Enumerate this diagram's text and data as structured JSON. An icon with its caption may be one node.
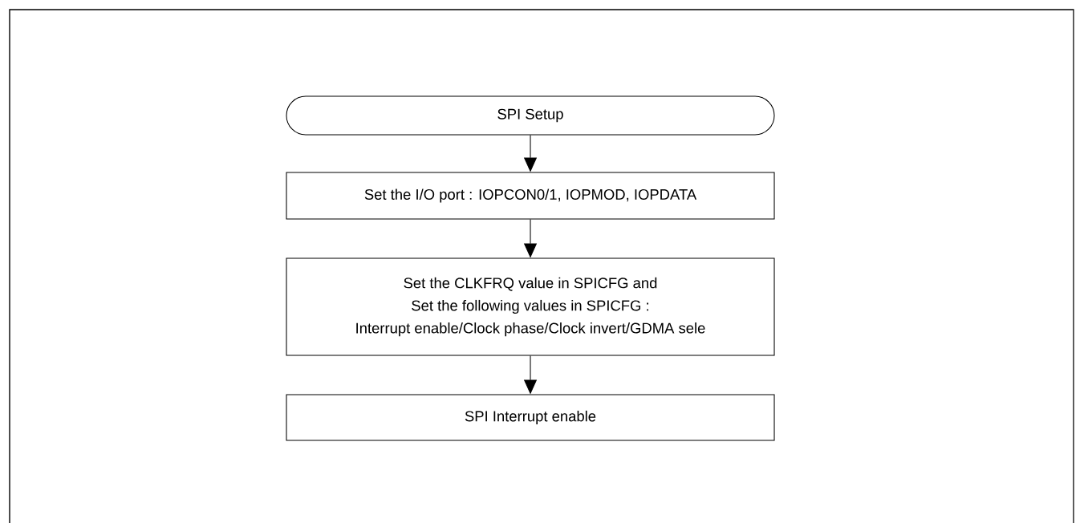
{
  "diagram": {
    "nodes": [
      {
        "text": [
          "SPI Setup"
        ]
      },
      {
        "text": [
          "Set the I/O port : IOPCON0/1, IOPMOD, IOPDATA"
        ]
      },
      {
        "text": [
          "Set the CLKFRQ value in SPICFG and",
          "Set the following values in SPICFG :",
          "Interrupt enable/Clock phase/Clock invert/GDMA sele"
        ]
      },
      {
        "text": [
          "SPI Interrupt enable"
        ]
      }
    ],
    "edges": [
      {
        "from": 0,
        "to": 1,
        "arrow": "to"
      },
      {
        "from": 1,
        "to": 2,
        "arrow": "to"
      },
      {
        "from": 2,
        "to": 3,
        "arrow": "to"
      }
    ]
  }
}
